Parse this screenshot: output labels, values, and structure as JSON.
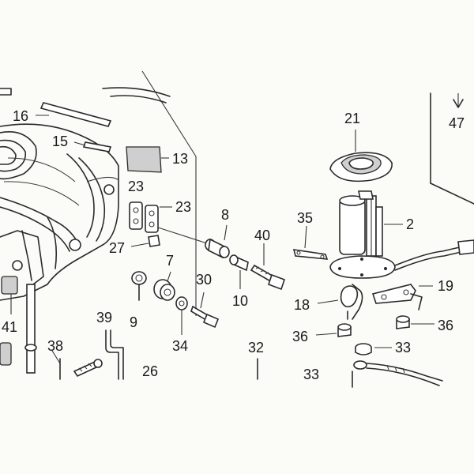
{
  "callouts": {
    "c16": "16",
    "c15": "15",
    "c13": "13",
    "c23a": "23",
    "c23b": "23",
    "c27": "27",
    "c41": "41",
    "c38": "38",
    "c39": "39",
    "c26": "26",
    "c9": "9",
    "c7": "7",
    "c34": "34",
    "c30": "30",
    "c8": "8",
    "c10": "10",
    "c40": "40",
    "c32": "32",
    "c21": "21",
    "c35": "35",
    "c2": "2",
    "c18": "18",
    "c19": "19",
    "c36a": "36",
    "c36b": "36",
    "c33a": "33",
    "c33b": "33",
    "c47": "47"
  }
}
